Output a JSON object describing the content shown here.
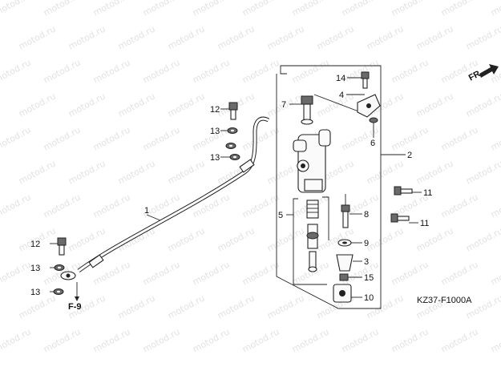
{
  "watermark": "motod.ru",
  "direction_marker": "FR.",
  "reference_tag": "F-9",
  "diagram_code": "KZ37-F1000A",
  "callouts": [
    {
      "id": "c1",
      "text": "1"
    },
    {
      "id": "c2",
      "text": "2"
    },
    {
      "id": "c3",
      "text": "3"
    },
    {
      "id": "c4",
      "text": "4"
    },
    {
      "id": "c5",
      "text": "5"
    },
    {
      "id": "c6",
      "text": "6"
    },
    {
      "id": "c7",
      "text": "7"
    },
    {
      "id": "c8",
      "text": "8"
    },
    {
      "id": "c9",
      "text": "9"
    },
    {
      "id": "c10",
      "text": "10"
    },
    {
      "id": "c11a",
      "text": "11"
    },
    {
      "id": "c11b",
      "text": "11"
    },
    {
      "id": "c12a",
      "text": "12"
    },
    {
      "id": "c12b",
      "text": "12"
    },
    {
      "id": "c13a",
      "text": "13"
    },
    {
      "id": "c13b",
      "text": "13"
    },
    {
      "id": "c13c",
      "text": "13"
    },
    {
      "id": "c13d",
      "text": "13"
    },
    {
      "id": "c14",
      "text": "14"
    },
    {
      "id": "c15",
      "text": "15"
    }
  ]
}
